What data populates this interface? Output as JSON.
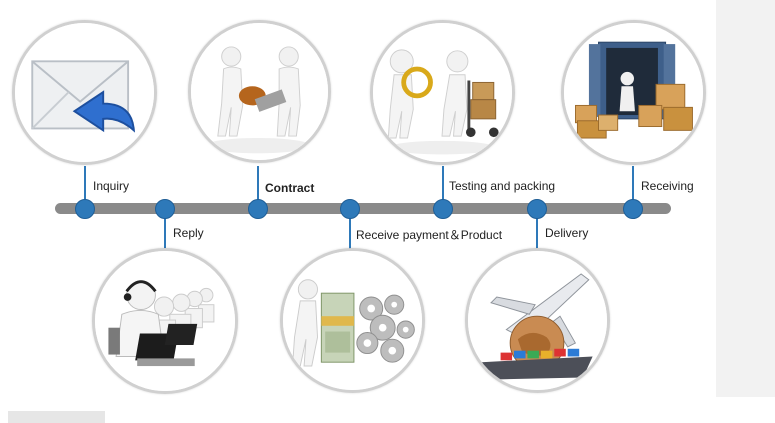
{
  "steps": {
    "inquiry": "Inquiry",
    "reply": "Reply",
    "contract": "Contract",
    "receive_payment": "Receive payment＆Product",
    "testing": "Testing and packing",
    "delivery": "Delivery",
    "receiving": "Receiving"
  },
  "colors": {
    "dot": "#2e79b9",
    "bar": "#8a8a8a",
    "ring": "#d0d0d0"
  },
  "icons": [
    "envelope-reply-icon",
    "call-center-icon",
    "handshake-contract-icon",
    "money-gears-icon",
    "inspection-packing-icon",
    "airplane-ship-icon",
    "warehouse-icon"
  ]
}
